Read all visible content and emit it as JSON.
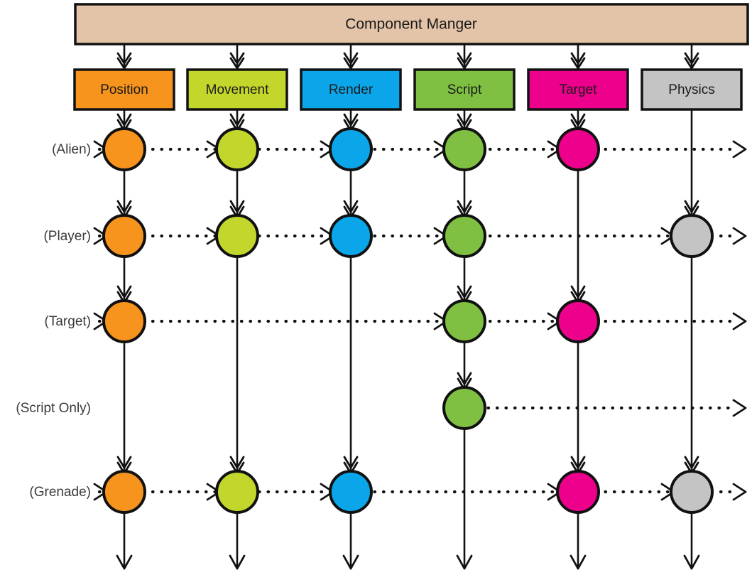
{
  "diagram": {
    "title": "Component Manger",
    "manager": {
      "label": "Component Manger",
      "color": "#E4C4A8"
    },
    "columns": [
      {
        "label": "Position",
        "color": "#F7941E",
        "key": "position"
      },
      {
        "label": "Movement",
        "color": "#C3D62C",
        "key": "movement"
      },
      {
        "label": "Render",
        "color": "#0BA6E9",
        "key": "render"
      },
      {
        "label": "Script",
        "color": "#7FC043",
        "key": "script"
      },
      {
        "label": "Target",
        "color": "#EC008C",
        "key": "target"
      },
      {
        "label": "Physics",
        "color": "#C4C4C4",
        "key": "physics"
      }
    ],
    "rows": [
      {
        "label": "(Alien)",
        "nodes": [
          true,
          true,
          true,
          true,
          true,
          false
        ]
      },
      {
        "label": "(Player)",
        "nodes": [
          true,
          true,
          true,
          true,
          false,
          true
        ]
      },
      {
        "label": "(Target)",
        "nodes": [
          true,
          false,
          false,
          true,
          true,
          false
        ]
      },
      {
        "label": "(Script Only)",
        "nodes": [
          false,
          false,
          false,
          true,
          false,
          false
        ]
      },
      {
        "label": "(Grenade)",
        "nodes": [
          true,
          true,
          true,
          false,
          true,
          true
        ]
      }
    ],
    "legend_note": "",
    "colors": {
      "stroke": "#111111",
      "background": "#FFFFFF",
      "row_label": "#3A3A3A"
    }
  }
}
